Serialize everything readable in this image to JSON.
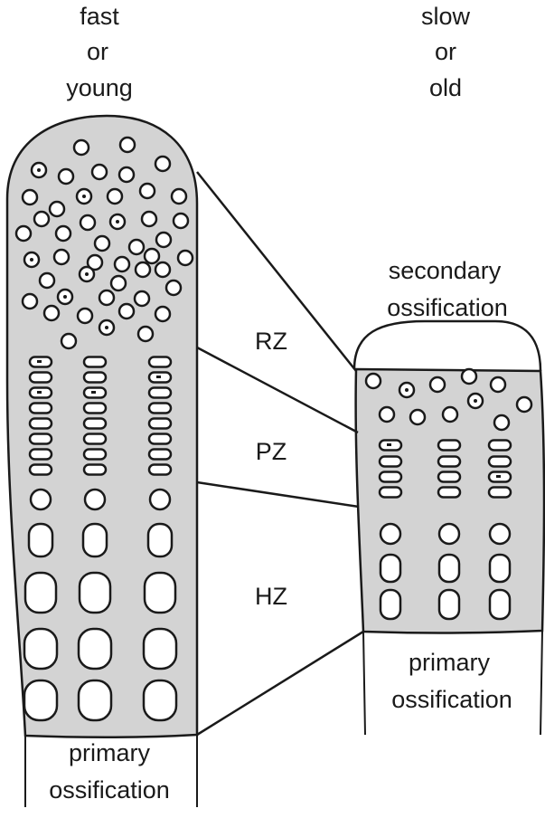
{
  "header_left": {
    "line1": "fast",
    "line2": "or",
    "line3": "young"
  },
  "header_right": {
    "line1": "slow",
    "line2": "or",
    "line3": "old"
  },
  "zones": {
    "rz": "RZ",
    "pz": "PZ",
    "hz": "HZ"
  },
  "secondary_label": {
    "line1": "secondary",
    "line2": "ossification"
  },
  "primary_left": {
    "line1": "primary",
    "line2": "ossification"
  },
  "primary_right": {
    "line1": "primary",
    "line2": "ossification"
  },
  "colors": {
    "plate_fill": "#d3d3d3",
    "stroke": "#1a1a1a",
    "background": "#ffffff"
  }
}
